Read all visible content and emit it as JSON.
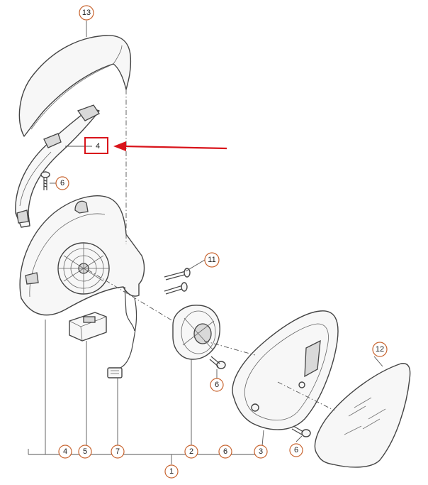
{
  "diagram": {
    "callouts": [
      {
        "id": "c13",
        "label": "13"
      },
      {
        "id": "c4-top",
        "label": "4"
      },
      {
        "id": "c6-left",
        "label": "6"
      },
      {
        "id": "c11",
        "label": "11"
      },
      {
        "id": "c6-center",
        "label": "6"
      },
      {
        "id": "c12",
        "label": "12"
      },
      {
        "id": "c6-right",
        "label": "6"
      },
      {
        "id": "c4-bottom",
        "label": "4"
      },
      {
        "id": "c5",
        "label": "5"
      },
      {
        "id": "c7",
        "label": "7"
      },
      {
        "id": "c2",
        "label": "2"
      },
      {
        "id": "c6-bottom",
        "label": "6"
      },
      {
        "id": "c3",
        "label": "3"
      },
      {
        "id": "c1",
        "label": "1"
      }
    ],
    "highlight": {
      "label": "4",
      "color": "#d9141b"
    },
    "colors": {
      "callout_ring": "#c8642f",
      "highlight": "#d9141b",
      "line": "#444444"
    }
  }
}
